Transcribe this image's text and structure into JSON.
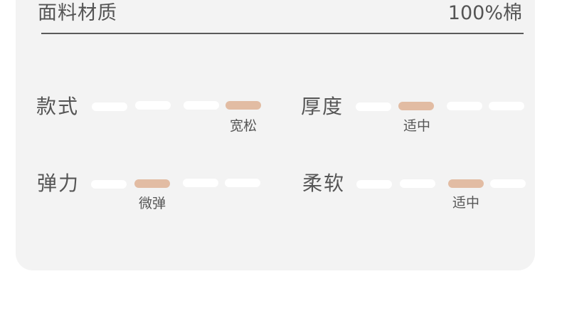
{
  "material": {
    "label": "面料材质",
    "value": "100%棉"
  },
  "attributes": [
    {
      "label": "款式",
      "selected_index": 3,
      "selected_text": "宽松",
      "levels": 4
    },
    {
      "label": "厚度",
      "selected_index": 1,
      "selected_text": "适中",
      "levels": 4
    },
    {
      "label": "弹力",
      "selected_index": 1,
      "selected_text": "微弹",
      "levels": 4
    },
    {
      "label": "柔软",
      "selected_index": 2,
      "selected_text": "适中",
      "levels": 4
    }
  ],
  "colors": {
    "active": "#e2bca3",
    "inactive": "#ffffff",
    "card": "#f3f3f3",
    "text": "#555555"
  }
}
